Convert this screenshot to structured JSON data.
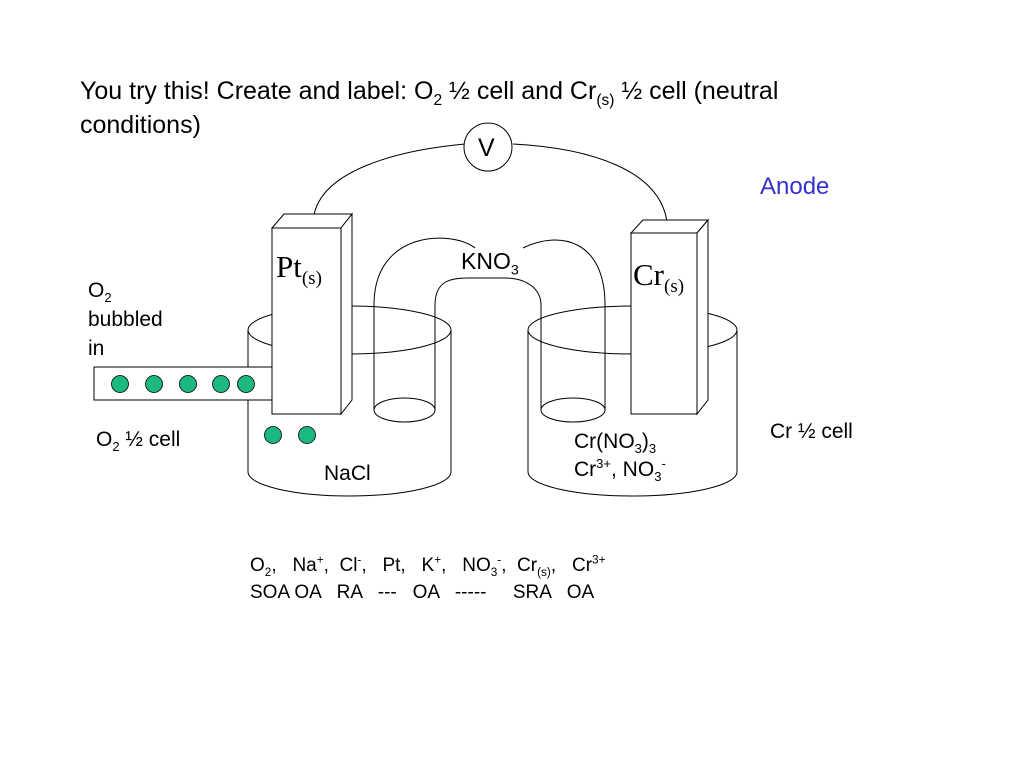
{
  "title": {
    "line1_a": "You try this!  Create and label: O",
    "line1_sub1": "2",
    "line1_b": " ½ cell and Cr",
    "line1_sub2": "(s)",
    "line1_c": " ½ cell (neutral",
    "line2": "conditions)"
  },
  "voltmeter": {
    "label": "V"
  },
  "anode_label": "Anode",
  "left_electrode": {
    "symbol": "Pt",
    "state": "(s)"
  },
  "right_electrode": {
    "symbol": "Cr",
    "state": "(s)"
  },
  "salt_bridge": {
    "label": "KNO",
    "sub": "3"
  },
  "o2_inlet": {
    "o": "O",
    "sub": "2",
    "line2": "bubbled",
    "line3": "in"
  },
  "left_cell": {
    "label_o": "O",
    "label_sub": "2",
    "label_rest": " ½ cell",
    "solution": "NaCl"
  },
  "right_cell": {
    "label": "Cr ½ cell",
    "sol1_a": "Cr(NO",
    "sol1_sub": "3",
    "sol1_b": ")",
    "sol1_sub2": "3",
    "sol2_a": "Cr",
    "sol2_sup": "3+",
    "sol2_b": ", NO",
    "sol2_sub": "3",
    "sol2_sup2": "-"
  },
  "species": {
    "o2": "O",
    "o2_sub": "2",
    "o2_sep": ",   ",
    "na": "Na",
    "na_sup": "+",
    "na_sep": ",  ",
    "cl": "Cl",
    "cl_sup": "-",
    "cl_sep": ",   ",
    "pt": "Pt,   ",
    "k": "K",
    "k_sup": "+",
    "k_sep": ",   ",
    "no3": "NO",
    "no3_sub": "3",
    "no3_sup": "-",
    "no3_sep": ",  ",
    "cr": "Cr",
    "cr_sub": "(s)",
    "cr_sep": ",   ",
    "cr3": "Cr",
    "cr3_sup": "3+"
  },
  "roles": "SOA OA   RA   ---   OA   -----     SRA   OA",
  "colors": {
    "bubble": "#1bb87f",
    "anode": "#3333cc",
    "stroke": "#000000"
  }
}
